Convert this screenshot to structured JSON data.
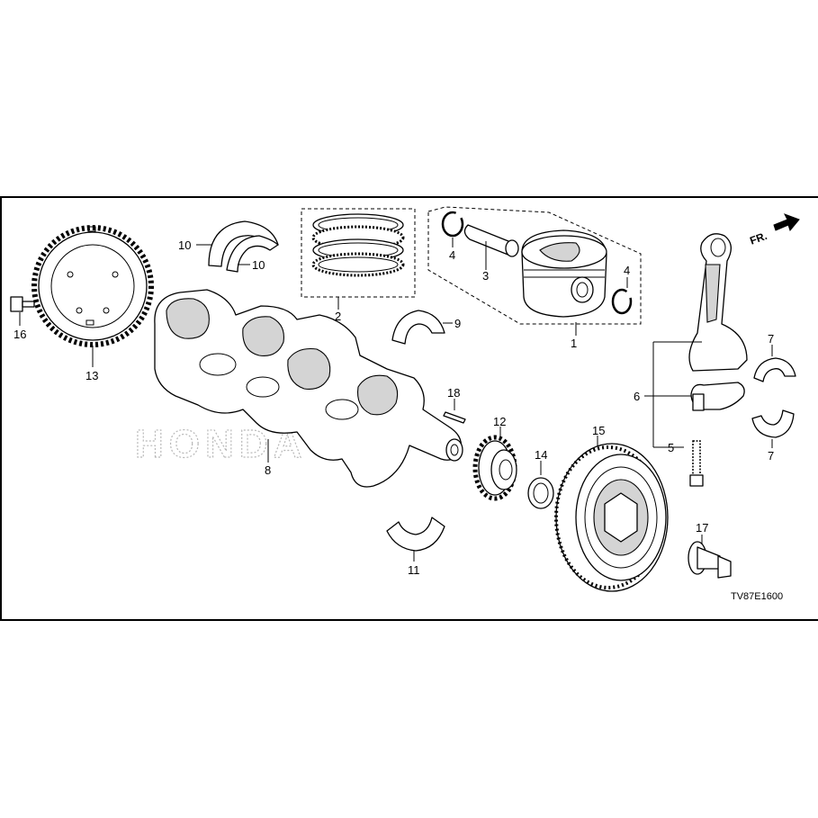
{
  "callouts": {
    "c1": "1",
    "c2": "2",
    "c3": "3",
    "c4a": "4",
    "c4b": "4",
    "c5": "5",
    "c6": "6",
    "c7a": "7",
    "c7b": "7",
    "c8": "8",
    "c9": "9",
    "c10a": "10",
    "c10b": "10",
    "c11": "11",
    "c12": "12",
    "c13": "13",
    "c14": "14",
    "c15": "15",
    "c16": "16",
    "c17": "17",
    "c18": "18"
  },
  "diagram_code": "TV87E1600",
  "direction_label": "FR.",
  "watermark": "HONDA"
}
